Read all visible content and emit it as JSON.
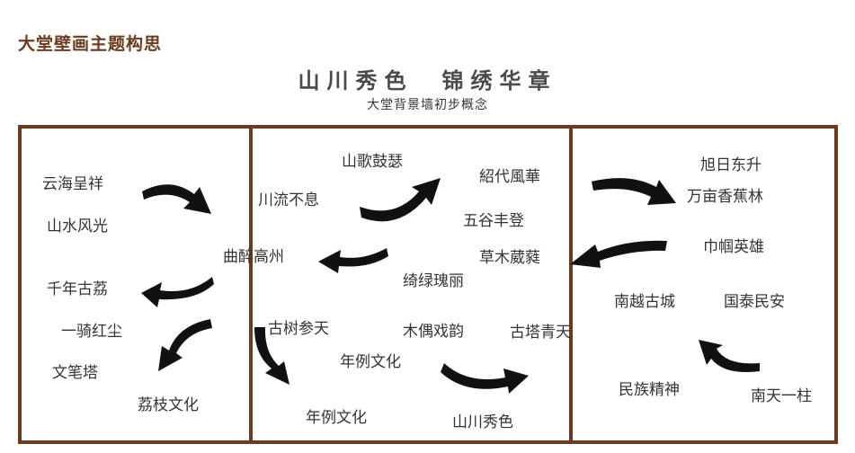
{
  "header": {
    "page_title": "大堂壁画主题构思",
    "main_title": "山川秀色　锦绣华章",
    "subtitle": "大堂背景墙初步概念"
  },
  "panels": {
    "left": {
      "labels": [
        "云海呈祥",
        "山水风光",
        "千年古荔",
        "一骑红尘",
        "文笔塔",
        "荔枝文化"
      ]
    },
    "middle": {
      "labels": [
        "山歌鼓瑟",
        "紹代風華",
        "川流不息",
        "五谷丰登",
        "曲醉高州",
        "草木葳蕤",
        "绮绿瑰丽",
        "古树参天",
        "木偶戏韵",
        "古塔青天",
        "年例文化",
        "年例文化",
        "山川秀色"
      ]
    },
    "right": {
      "labels": [
        "旭日东升",
        "万亩香蕉林",
        "巾帼英雄",
        "南越古城",
        "国泰民安",
        "民族精神",
        "南天一柱"
      ]
    }
  },
  "colors": {
    "frame": "#6b3a1f",
    "title": "#6b3a1f",
    "text": "#333333",
    "arrow": "#111111"
  },
  "icons": [
    "curved-arrow-icon"
  ]
}
